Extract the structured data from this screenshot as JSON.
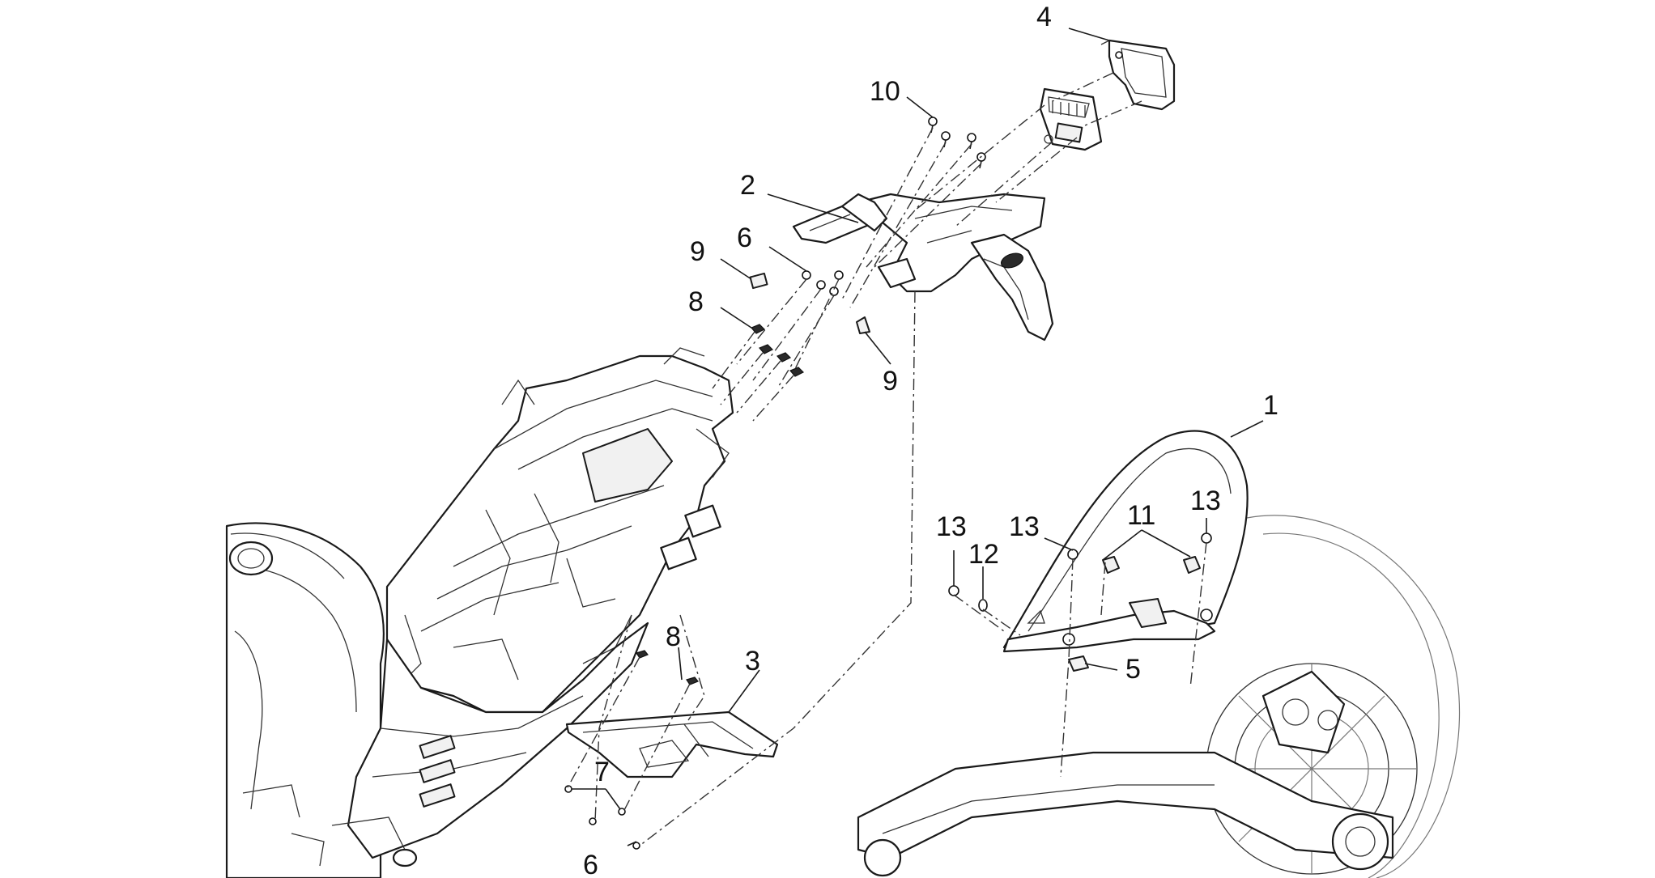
{
  "callouts": [
    {
      "label": "1"
    },
    {
      "label": "2"
    },
    {
      "label": "3"
    },
    {
      "label": "4"
    },
    {
      "label": "5"
    },
    {
      "label": "6"
    },
    {
      "label": "6"
    },
    {
      "label": "7"
    },
    {
      "label": "8"
    },
    {
      "label": "8"
    },
    {
      "label": "9"
    },
    {
      "label": "9"
    },
    {
      "label": "10"
    },
    {
      "label": "11"
    },
    {
      "label": "12"
    },
    {
      "label": "13"
    },
    {
      "label": "13"
    },
    {
      "label": "13"
    }
  ]
}
